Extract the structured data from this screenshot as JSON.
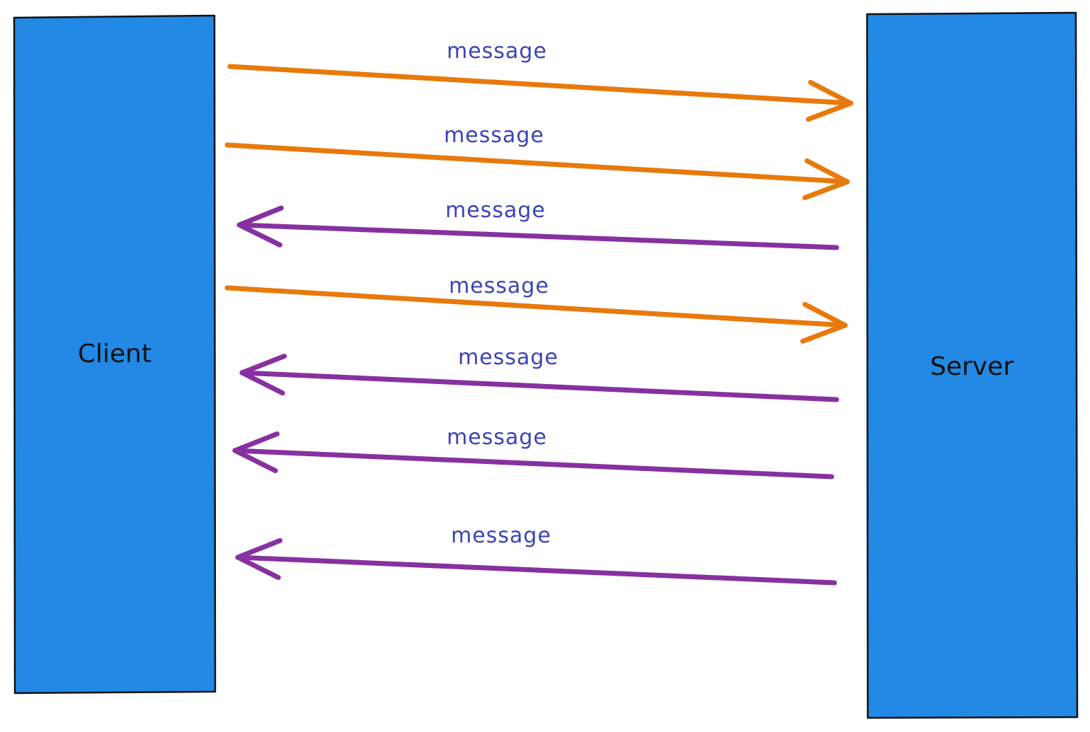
{
  "nodes": {
    "client": {
      "label": "Client"
    },
    "server": {
      "label": "Server"
    }
  },
  "colors": {
    "box_fill": "#2289e5",
    "box_stroke": "#111111",
    "to_server": "#e8790a",
    "to_client": "#8731a1",
    "label": "#3b43b8"
  },
  "messages": [
    {
      "label": "message",
      "direction": "to_server"
    },
    {
      "label": "message",
      "direction": "to_server"
    },
    {
      "label": "message",
      "direction": "to_client"
    },
    {
      "label": "message",
      "direction": "to_server"
    },
    {
      "label": "message",
      "direction": "to_client"
    },
    {
      "label": "message",
      "direction": "to_client"
    },
    {
      "label": "message",
      "direction": "to_client"
    }
  ]
}
